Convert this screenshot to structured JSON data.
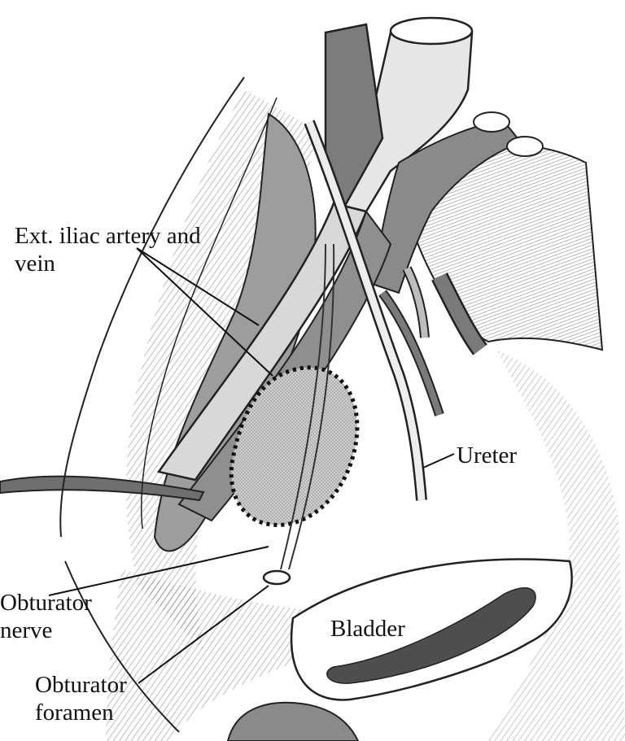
{
  "labels": {
    "ext_iliac": {
      "line1": "Ext. iliac artery and",
      "line2": "vein"
    },
    "ureter": "Ureter",
    "obturator_nerve": {
      "line1": "Obturator",
      "line2": "nerve"
    },
    "bladder": "Bladder",
    "obturator_foramen": {
      "line1": "Obturator",
      "line2": "foramen"
    }
  },
  "colors": {
    "ink": "#111111",
    "tissue_shade": "#9a9a9a",
    "dark_shade": "#555555",
    "node_fill": "#c8c8c8",
    "background": "#ffffff"
  }
}
